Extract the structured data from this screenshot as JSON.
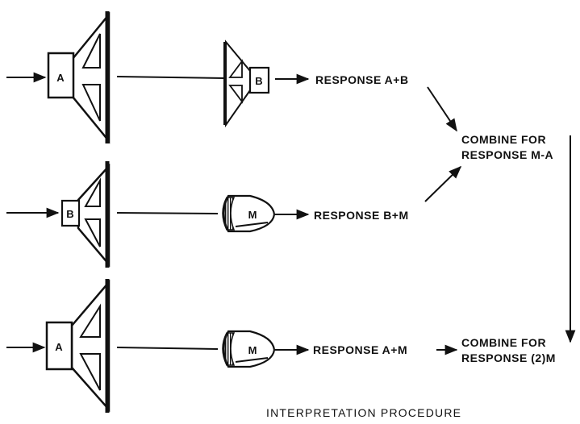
{
  "rows": [
    {
      "source_letter": "A",
      "receiver_letter": "B",
      "response": "RESPONSE A+B"
    },
    {
      "source_letter": "B",
      "receiver_letter": "M",
      "response": "RESPONSE B+M"
    },
    {
      "source_letter": "A",
      "receiver_letter": "M",
      "response": "RESPONSE A+M"
    }
  ],
  "combine1": {
    "line1": "COMBINE FOR",
    "line2": "RESPONSE M-A"
  },
  "combine2": {
    "line1": "COMBINE FOR",
    "line2": "RESPONSE (2)M"
  },
  "caption": "INTERPRETATION PROCEDURE"
}
